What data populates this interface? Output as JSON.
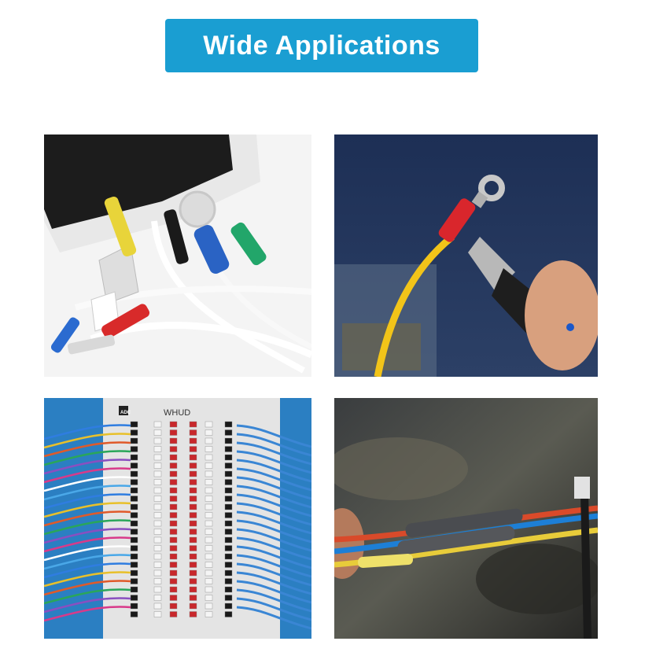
{
  "banner": {
    "title": "Wide Applications",
    "color": "#1a9ed2"
  },
  "photos": [
    {
      "subject": "phone-charging-cables-heat-shrink"
    },
    {
      "subject": "ring-terminal-heat-gun"
    },
    {
      "subject": "patch-panel-wiring"
    },
    {
      "subject": "automotive-wire-harness"
    }
  ],
  "panel_labels": {
    "brand": "ADC",
    "model": "WHUD"
  }
}
